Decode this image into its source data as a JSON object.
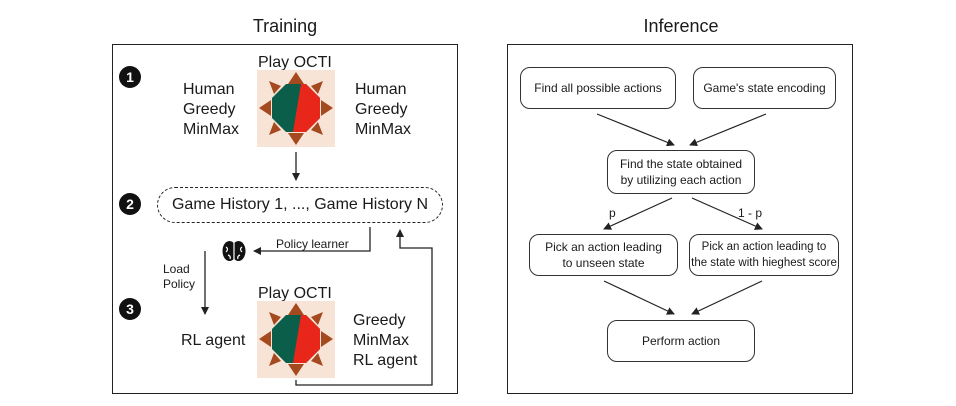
{
  "training": {
    "title": "Training",
    "steps": [
      "1",
      "2",
      "3"
    ],
    "play_label_1": "Play OCTI",
    "players_left_1": [
      "Human",
      "Greedy",
      "MinMax"
    ],
    "players_right_1": [
      "Human",
      "Greedy",
      "MinMax"
    ],
    "history": "Game History 1, ..., Game History N",
    "policy_learner": "Policy learner",
    "load_policy": [
      "Load",
      "Policy"
    ],
    "rl_agent": "RL agent",
    "play_label_3": "Play OCTI",
    "players_right_3": [
      "Greedy",
      "MinMax",
      "RL agent"
    ]
  },
  "inference": {
    "title": "Inference",
    "find_actions": "Find all possible actions",
    "state_encoding": "Game's state encoding",
    "find_state": [
      "Find the state obtained",
      "by utilizing each action"
    ],
    "p_label": "p",
    "one_minus_p_label": "1 - p",
    "pick_unseen": [
      "Pick an action leading",
      "to unseen state"
    ],
    "pick_highest": [
      "Pick an action leading to",
      "the state with hieghest score"
    ],
    "perform": "Perform action"
  },
  "colors": {
    "board_bg": "#f8e4d6",
    "board_green": "#0b5e4a",
    "board_red": "#e8261a",
    "arrow_brown": "#a5491f"
  }
}
